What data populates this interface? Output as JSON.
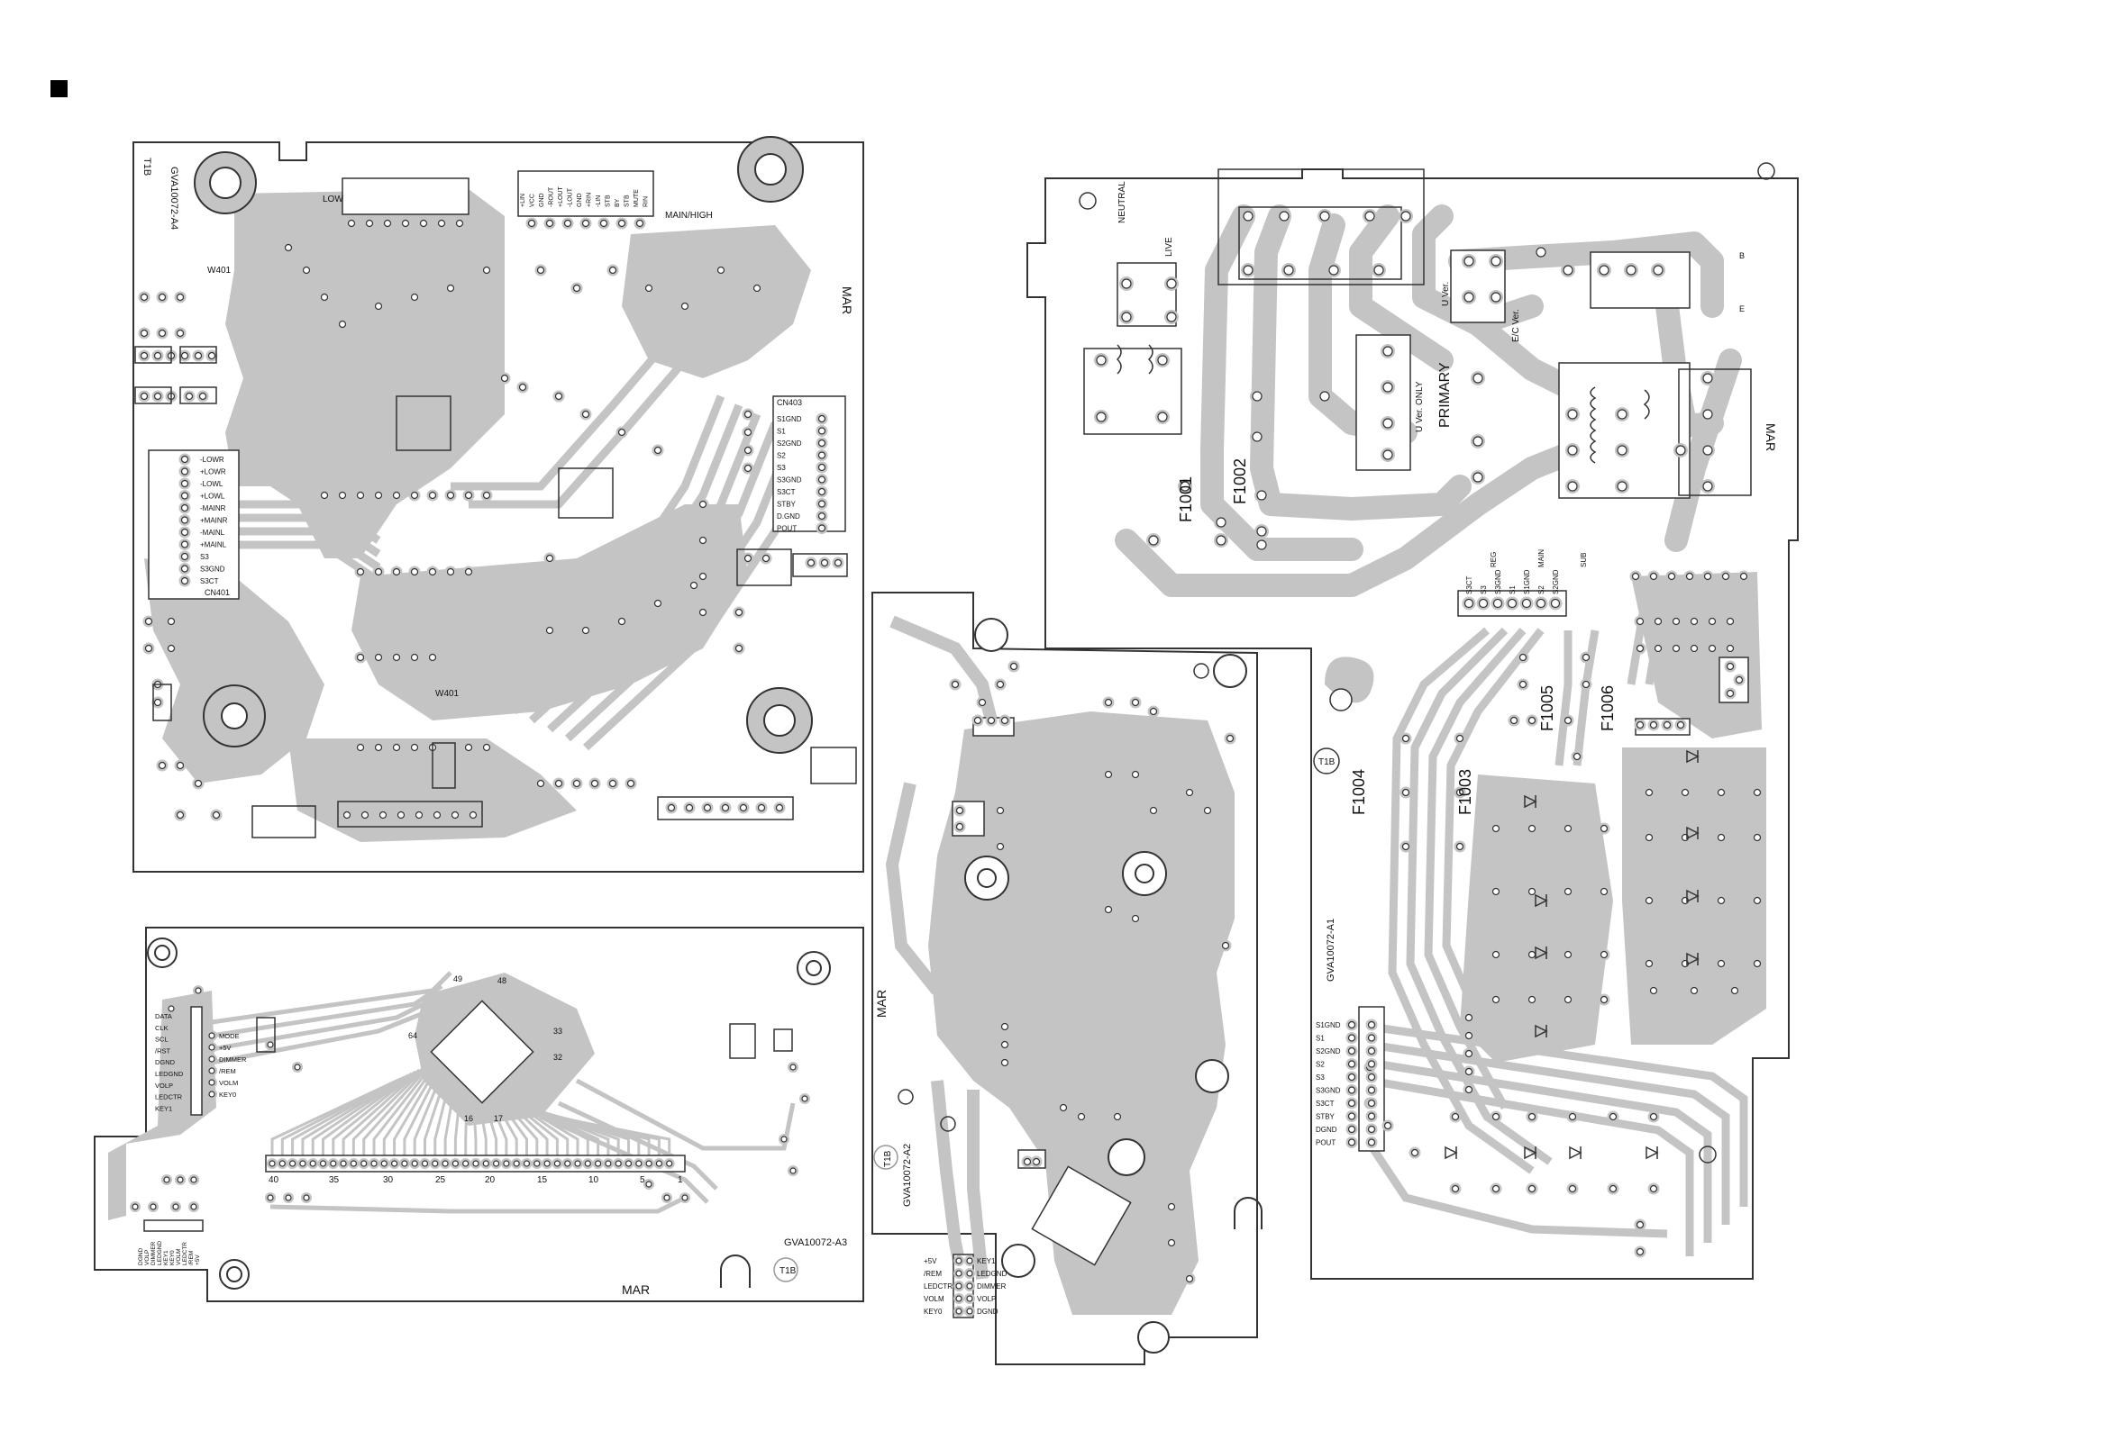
{
  "boards": {
    "a4": {
      "id": "GVA10072-A4",
      "tag": "T1B",
      "conn_low": "LOW",
      "conn_main_high": "MAIN/HIGH",
      "ref_w401_top": "W401",
      "ref_w401_mid": "W401",
      "cn_left_title": "CN401",
      "cn_left_pins": [
        "-LOWR",
        "+LOWR",
        "-LOWL",
        "+LOWL",
        "-MAINR",
        "+MAINR",
        "-MAINL",
        "+MAINL",
        "S3",
        "S3GND",
        "S3CT"
      ],
      "cn_right_title": "CN403",
      "cn_right_pins": [
        "S1GND",
        "S1",
        "S2GND",
        "S2",
        "S3",
        "S3GND",
        "S3CT",
        "STBY",
        "D.GND",
        "POUT"
      ],
      "top_pins": [
        "+LIN",
        "VCC",
        "GND",
        "-ROUT",
        "+LOUT",
        "-LOUT",
        "GND",
        "+RIN",
        "-LIN",
        "STB",
        "BY",
        "STB",
        "MUTE",
        "RIN"
      ],
      "mark": "MAR"
    },
    "power": {
      "neutral": "NEUTRAL",
      "live": "LIVE",
      "u_ver": "U Ver.",
      "ec_ver": "E/C Ver.",
      "u_ver_only": "U Ver. ONLY",
      "primary": "PRIMARY",
      "f1001": "F1001",
      "f1002": "F1002",
      "f1003": "F1003",
      "f1004": "F1004",
      "f1005": "F1005",
      "f1006": "F1006",
      "reg": "REG",
      "main": "MAIN",
      "sub": "SUB",
      "header_pins": [
        "S3CT",
        "S3",
        "S3GND",
        "S1",
        "S1GND",
        "S2",
        "S2GND"
      ],
      "id": "GVA10072-A1",
      "tag": "T1B",
      "sec_pins": [
        "S1GND",
        "S1",
        "S2GND",
        "S2",
        "S3",
        "S3GND",
        "S3CT",
        "STBY",
        "DGND",
        "POUT"
      ],
      "mark": "MAR",
      "relay_b": "B",
      "relay_e": "E"
    },
    "a3": {
      "id": "GVA10072-A3",
      "tag": "T1B",
      "pins_left": [
        "DATA",
        "CLK",
        "SCL",
        "/RST",
        "DGND",
        "LEDGND",
        "VOLP",
        "LEDCTR",
        "KEY1"
      ],
      "pins_right": [
        "MODE",
        "+5V",
        "DIMMER",
        "/REM",
        "VOLM",
        "KEY0"
      ],
      "pins_bottom": [
        "DGND",
        "VOLP",
        "DIMMER",
        "LEDGND",
        "KEY1",
        "KEY0",
        "VOLM",
        "LEDCTR",
        "/REM",
        "+5V"
      ],
      "ic_pin1": "1",
      "ic_pin16": "16",
      "ic_pin17": "17",
      "ic_pin32": "32",
      "ic_pin33": "33",
      "ic_pin48": "48",
      "ic_pin49": "49",
      "ic_pin64": "64",
      "conn_labels": [
        "40",
        "35",
        "30",
        "25",
        "20",
        "15",
        "10",
        "5",
        "1"
      ],
      "mark": "MAR"
    },
    "a2": {
      "id": "GVA10072-A2",
      "tag": "T1B",
      "pins_left": [
        "+5V",
        "/REM",
        "LEDCTR",
        "VOLM",
        "KEY0"
      ],
      "pins_right": [
        "KEY1",
        "LEDGND",
        "DIMMER",
        "VOLP",
        "DGND"
      ],
      "mark": "MAR"
    }
  },
  "colors": {
    "trace": "#c4c4c4",
    "outline": "#333333",
    "pad": "#ffffff"
  }
}
